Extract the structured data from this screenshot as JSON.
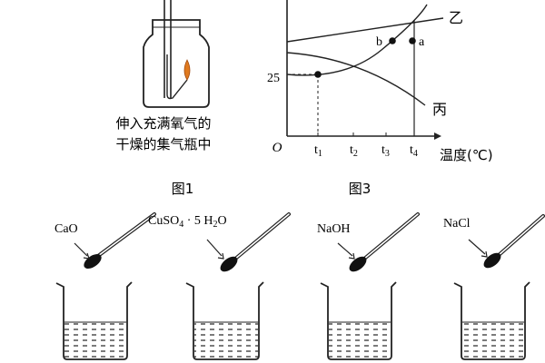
{
  "figure1": {
    "caption_line1": "伸入充满氧气的",
    "caption_line2": "干燥的集气瓶中",
    "label": "图1"
  },
  "figure3": {
    "label": "图3",
    "origin": "O",
    "y_tick": "25",
    "x_ticks": [
      "t",
      "t",
      "t",
      "t"
    ],
    "x_tick_subs": [
      "1",
      "2",
      "3",
      "4"
    ],
    "x_axis_label": "温度(℃)",
    "curve_labels": {
      "yi": "乙",
      "bing": "丙"
    },
    "point_labels": {
      "a": "a",
      "b": "b"
    }
  },
  "beakers": [
    {
      "label": "CaO"
    },
    {
      "label_main": "CuSO",
      "label_sub": "4",
      "label_rest": " · 5 H",
      "label_sub2": "2",
      "label_end": "O"
    },
    {
      "label": "NaOH"
    },
    {
      "label": "NaCl"
    }
  ]
}
